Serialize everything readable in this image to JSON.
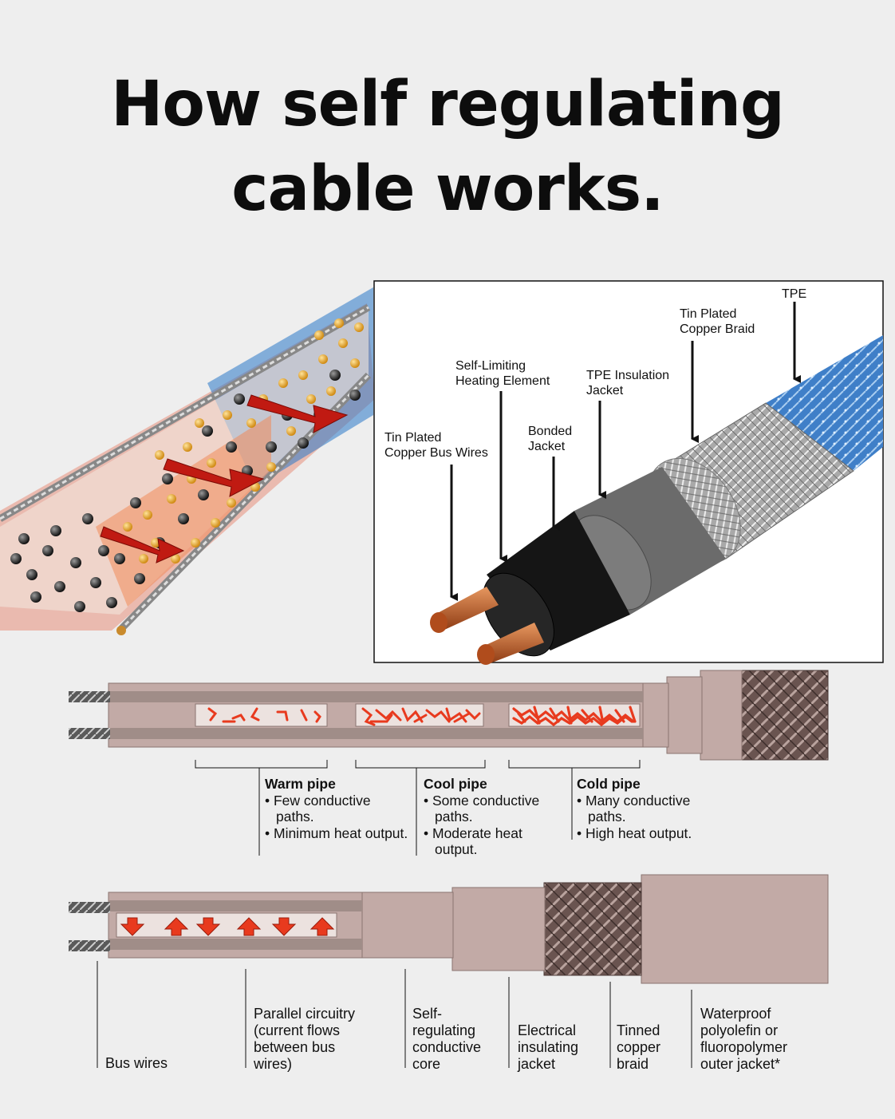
{
  "title": {
    "line1": "How self regulating",
    "line2": "cable works."
  },
  "cable_labels": {
    "tpe": "TPE",
    "braid": [
      "Tin Plated",
      "Copper Braid"
    ],
    "heating": [
      "Self-Limiting",
      "Heating Element"
    ],
    "insulation": [
      "TPE Insulation",
      "Jacket"
    ],
    "bonded": [
      "Bonded",
      "Jacket"
    ],
    "bus": [
      "Tin Plated",
      "Copper Bus Wires"
    ]
  },
  "pipe_states": [
    {
      "heading": "Warm pipe",
      "points": [
        "• Few conductive paths.",
        "• Minimum heat output."
      ]
    },
    {
      "heading": "Cool pipe",
      "points": [
        "• Some conductive paths.",
        "• Moderate heat output."
      ]
    },
    {
      "heading": "Cold pipe",
      "points": [
        "• Many conductive paths.",
        "• High heat output."
      ]
    }
  ],
  "layers": [
    {
      "lines": [
        "Bus wires"
      ]
    },
    {
      "lines": [
        "Parallel circuitry",
        "(current flows",
        "between bus",
        "wires)"
      ]
    },
    {
      "lines": [
        "Self-",
        "regulating",
        "conductive",
        "core"
      ]
    },
    {
      "lines": [
        "Electrical",
        "insulating",
        "jacket"
      ]
    },
    {
      "lines": [
        "Tinned",
        "copper",
        "braid"
      ]
    },
    {
      "lines": [
        "Waterproof",
        "polyolefin or",
        "fluoropolymer",
        "outer jacket*"
      ]
    }
  ],
  "colors": {
    "cable": "#c2aaa6",
    "core": "#a08d88",
    "conductive": "#e83a1e",
    "braid_blue": "#3f7fc8",
    "copper": "#c4622e"
  }
}
